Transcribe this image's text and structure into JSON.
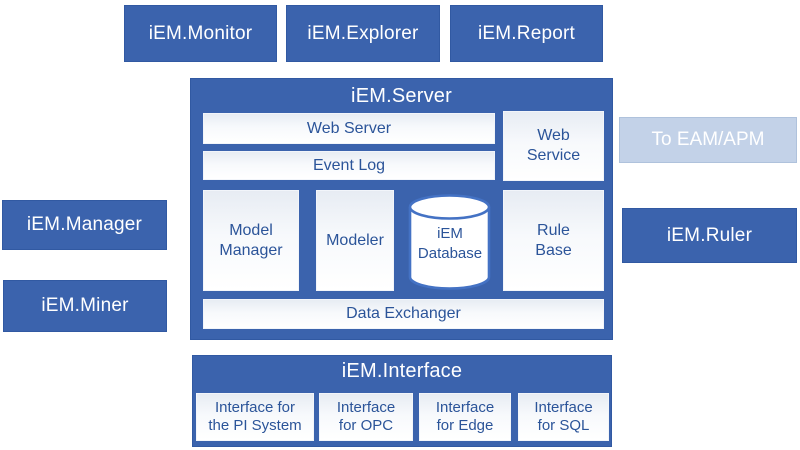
{
  "colors": {
    "primary_blue": "#3B63AD",
    "primary_blue_border": "#3159A2",
    "inner_text_blue": "#2B5499",
    "white_box_top_tint": "#E7ECF3",
    "light_blue_fill": "#C3D2E8",
    "light_blue_border": "#AFC2DC",
    "cylinder_outline": "#4472C4",
    "text_white": "#FFFFFF"
  },
  "top_row": [
    {
      "label": "iEM.Monitor"
    },
    {
      "label": "iEM.Explorer"
    },
    {
      "label": "iEM.Report"
    }
  ],
  "left_column": [
    {
      "label": "iEM.Manager"
    },
    {
      "label": "iEM.Miner"
    }
  ],
  "right_column": {
    "external_link": {
      "label": "To EAM/APM"
    },
    "ruler": {
      "label": "iEM.Ruler"
    }
  },
  "server": {
    "title": "iEM.Server",
    "components": {
      "web_server": "Web Server",
      "event_log": "Event Log",
      "web_service": "Web Service",
      "model_manager": "Model Manager",
      "modeler": "Modeler",
      "database": "iEM Database",
      "rule_base": "Rule Base",
      "data_exchanger": "Data Exchanger"
    }
  },
  "interface": {
    "title": "iEM.Interface",
    "items": [
      {
        "label": "Interface for the PI System"
      },
      {
        "label": "Interface for OPC"
      },
      {
        "label": "Interface for Edge"
      },
      {
        "label": "Interface for SQL"
      }
    ]
  }
}
